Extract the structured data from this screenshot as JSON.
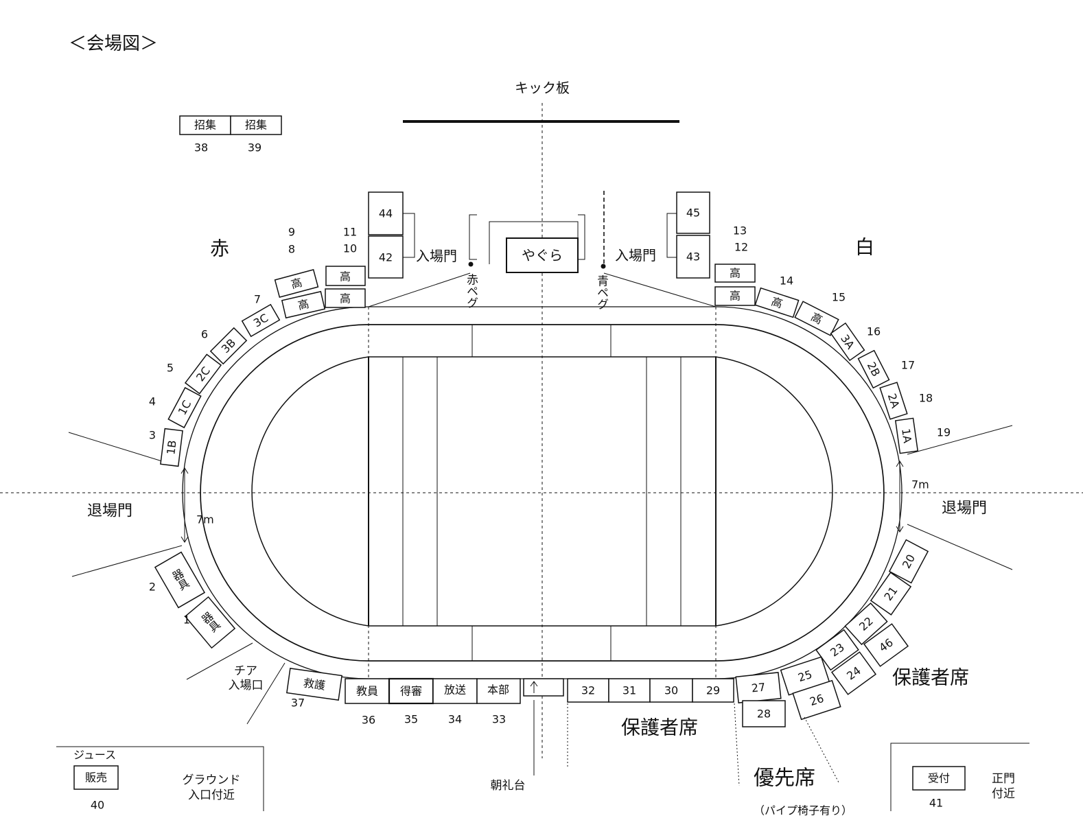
{
  "title": "＜会場図＞",
  "labels": {
    "kick_board": "キック板",
    "red": "赤",
    "white": "白",
    "entrance_gate_left": "入場門",
    "entrance_gate_right": "入場門",
    "yagura": "やぐら",
    "red_peg": "赤ペグ",
    "blue_peg": "青ペグ",
    "exit_gate_left": "退場門",
    "exit_gate_right": "退場門",
    "distance_left": "7m",
    "distance_right": "7m",
    "cheer_entrance_1": "チア",
    "cheer_entrance_2": "入場口",
    "morning_stage": "朝礼台",
    "guardian_seats_bottom": "保護者席",
    "guardian_seats_right": "保護者席",
    "priority_seats": "優先席",
    "pipe_chairs_note": "（パイプ椅子有り）",
    "juice": "ジュース",
    "ground_entrance_1": "グラウンド",
    "ground_entrance_2": "入口付近",
    "main_gate_1": "正門",
    "main_gate_2": "付近"
  },
  "boxes": {
    "b38": "招集",
    "b39": "招集",
    "b44": "44",
    "b42": "42",
    "b45": "45",
    "b43": "43",
    "high_l1": "高",
    "high_l2": "高",
    "high_l3": "高",
    "high_l4": "高",
    "high_r1": "高",
    "high_r2": "高",
    "high_r3": "高",
    "high_r4": "高",
    "b3C": "3C",
    "b3B": "3B",
    "b2C": "2C",
    "b1C": "1C",
    "b1B": "1B",
    "b3A": "3A",
    "b2B": "2B",
    "b2A": "2A",
    "b1A": "1A",
    "kigu1": "器具",
    "kigu2": "器具",
    "b20": "20",
    "b21": "21",
    "b22": "22",
    "b23": "23",
    "b24": "24",
    "b25": "25",
    "b26": "26",
    "b27": "27",
    "b28": "28",
    "b46": "46",
    "kyugo": "救護",
    "kyoin": "教員",
    "tokushin": "得審",
    "hoso": "放送",
    "honbu": "本部",
    "b32": "32",
    "b31": "31",
    "b30": "30",
    "b29": "29",
    "hanbai": "販売",
    "uketsuke": "受付"
  },
  "numbers": {
    "n38": "38",
    "n39": "39",
    "n9": "9",
    "n8": "8",
    "n11": "11",
    "n10": "10",
    "n13": "13",
    "n12": "12",
    "n7": "7",
    "n6": "6",
    "n5": "5",
    "n4": "4",
    "n3": "3",
    "n14": "14",
    "n15": "15",
    "n16": "16",
    "n17": "17",
    "n18": "18",
    "n19": "19",
    "n2": "2",
    "n1": "1",
    "n37": "37",
    "n36": "36",
    "n35": "35",
    "n34": "34",
    "n33": "33",
    "n40": "40",
    "n41": "41"
  }
}
